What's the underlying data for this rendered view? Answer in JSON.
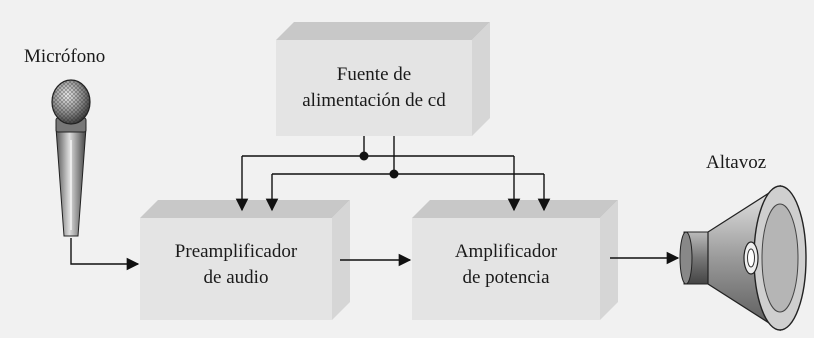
{
  "labels": {
    "microphone": "Micrófono",
    "speaker": "Altavoz"
  },
  "blocks": {
    "power_supply": {
      "line1": "Fuente de",
      "line2": "alimentación de cd"
    },
    "preamplifier": {
      "line1": "Preamplificador",
      "line2": "de audio"
    },
    "power_amplifier": {
      "line1": "Amplificador",
      "line2": "de potencia"
    }
  },
  "colors": {
    "background": "#f1f1f1",
    "block_front": "#e4e4e4",
    "block_top": "#c8c8c8",
    "block_side": "#d6d6d6",
    "wire": "#111111"
  }
}
